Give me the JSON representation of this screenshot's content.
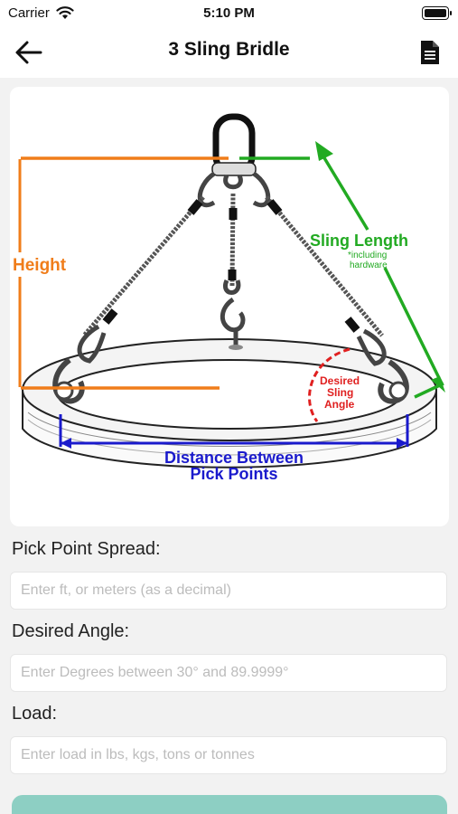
{
  "status_bar": {
    "carrier": "Carrier",
    "time": "5:10 PM"
  },
  "nav": {
    "title": "3 Sling Bridle",
    "back_icon": "arrow-left-icon",
    "doc_icon": "document-icon"
  },
  "diagram": {
    "height_label": "Height",
    "sling_length_label": "Sling Length",
    "sling_length_note_1": "*including",
    "sling_length_note_2": "hardware",
    "angle_label_1": "Desired",
    "angle_label_2": "Sling",
    "angle_label_3": "Angle",
    "distance_label_1": "Distance Between",
    "distance_label_2": "Pick Points",
    "colors": {
      "height": "#f07d1a",
      "sling_length": "#22aa22",
      "distance": "#1a1acc",
      "angle": "#e02020"
    }
  },
  "form": {
    "spread": {
      "label": "Pick Point Spread:",
      "placeholder": "Enter ft, or meters (as a decimal)",
      "value": ""
    },
    "angle": {
      "label": "Desired Angle:",
      "placeholder": "Enter Degrees between 30° and 89.9999°",
      "value": ""
    },
    "load": {
      "label": "Load:",
      "placeholder": "Enter load in lbs, kgs, tons or tonnes",
      "value": ""
    }
  },
  "accent_color": "#8dcfc3"
}
